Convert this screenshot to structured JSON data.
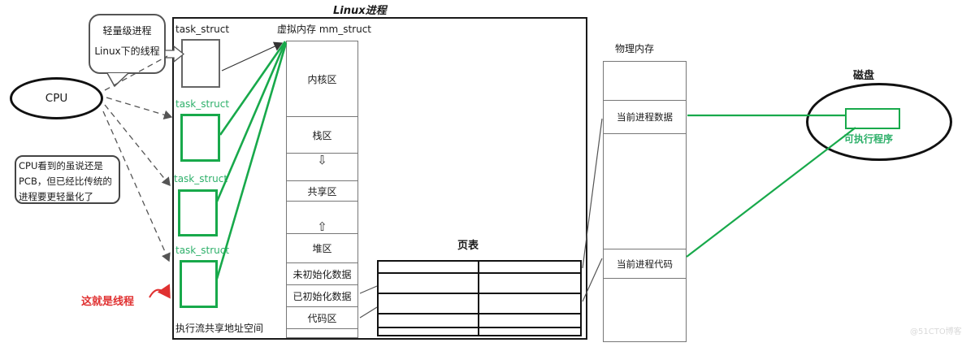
{
  "title": "Linux进程",
  "colors": {
    "green": "#18a94b",
    "green_text": "#2eb06a",
    "red": "#e03131",
    "line_gray": "#555555",
    "border_gray": "#777777",
    "black": "#1a1a1a",
    "watermark_gray": "#d9d9d9"
  },
  "cpu": {
    "label": "CPU"
  },
  "bubble": {
    "lines": [
      "轻量级进程",
      "Linux下的线程"
    ]
  },
  "note": {
    "lines": [
      "CPU看到的虽说还是",
      "PCB，但已经比传统的",
      "进程要更轻量化了"
    ]
  },
  "thread_annotation": {
    "label": "这就是线程"
  },
  "process_panel": {
    "task_structs": [
      {
        "label": "task_struct",
        "style": "plain"
      },
      {
        "label": "task_struct",
        "style": "green"
      },
      {
        "label": "task_struct",
        "style": "green"
      },
      {
        "label": "task_struct",
        "style": "green"
      }
    ],
    "vm_label": "虚拟内存 mm_struct",
    "memory_sections": [
      {
        "label": "内核区"
      },
      {
        "label": "栈区"
      },
      {
        "label": "共享区"
      },
      {
        "label": "堆区"
      },
      {
        "label": "未初始化数据"
      },
      {
        "label": "已初始化数据"
      },
      {
        "label": "代码区"
      }
    ],
    "bottom_label": "执行流共享地址空间"
  },
  "page_table": {
    "title": "页表",
    "rows": 5,
    "cols": 2
  },
  "physical_memory": {
    "title": "物理内存",
    "cells": [
      "",
      "当前进程数据",
      "",
      "当前进程代码",
      ""
    ]
  },
  "disk": {
    "title": "磁盘",
    "program_label": "可执行程序"
  },
  "icons": {
    "down_arrow": "⇩",
    "up_arrow": "⇧"
  },
  "watermark": "@51CTO博客"
}
